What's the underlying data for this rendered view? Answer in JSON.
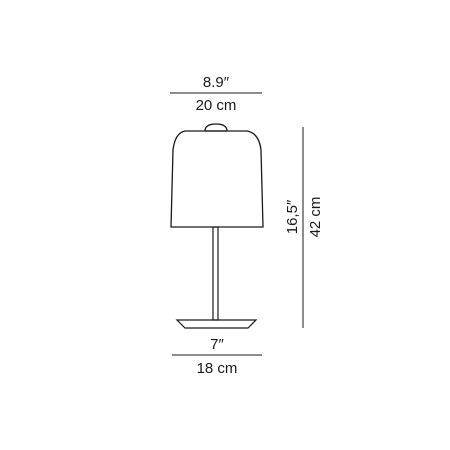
{
  "dimensions": {
    "width": {
      "imperial": "8.9″",
      "metric": "20 cm"
    },
    "base": {
      "imperial": "7″",
      "metric": "18 cm"
    },
    "height": {
      "imperial": "16,5″",
      "metric": "42 cm"
    }
  },
  "colors": {
    "outline": "#1a1a1a",
    "background": "#ffffff"
  }
}
